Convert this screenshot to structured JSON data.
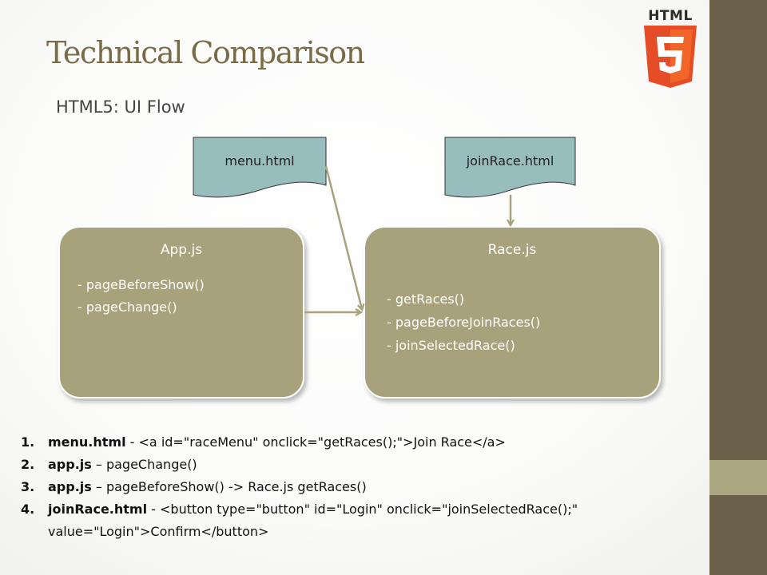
{
  "slide": {
    "title": "Technical Comparison",
    "subtitle": "HTML5: UI Flow",
    "logo_text": "HTML"
  },
  "diagram": {
    "docs": {
      "menu": "menu.html",
      "join_race": "joinRace.html"
    },
    "app_box": {
      "title": "App.js",
      "lines": [
        "- pageBeforeShow()",
        "- pageChange()"
      ]
    },
    "race_box": {
      "title": "Race.js",
      "lines": [
        "- getRaces()",
        "- pageBeforeJoinRaces()",
        "- joinSelectedRace()"
      ]
    }
  },
  "steps": [
    {
      "num": "1.",
      "key": "menu.html",
      "rest": " - <a id=\"raceMenu\" onclick=\"getRaces();\">Join Race</a>"
    },
    {
      "num": "2.",
      "key": "app.js",
      "rest": " – pageChange()"
    },
    {
      "num": "3.",
      "key": "app.js",
      "rest": " – pageBeforeShow() -> Race.js getRaces()"
    },
    {
      "num": "4.",
      "key": "joinRace.html",
      "rest": " - <button type=\"button\" id=\"Login\" onclick=\"joinSelectedRace();\" value=\"Login\">Confirm</button>"
    }
  ],
  "colors": {
    "sidebar": "#6b6048",
    "sidebar_band": "#aaa680",
    "box_fill": "#a8a27c",
    "doc_fill": "#97bdbc",
    "arrow": "#a8a27c",
    "title": "#7a6b47",
    "logo_orange": "#e44d26"
  }
}
